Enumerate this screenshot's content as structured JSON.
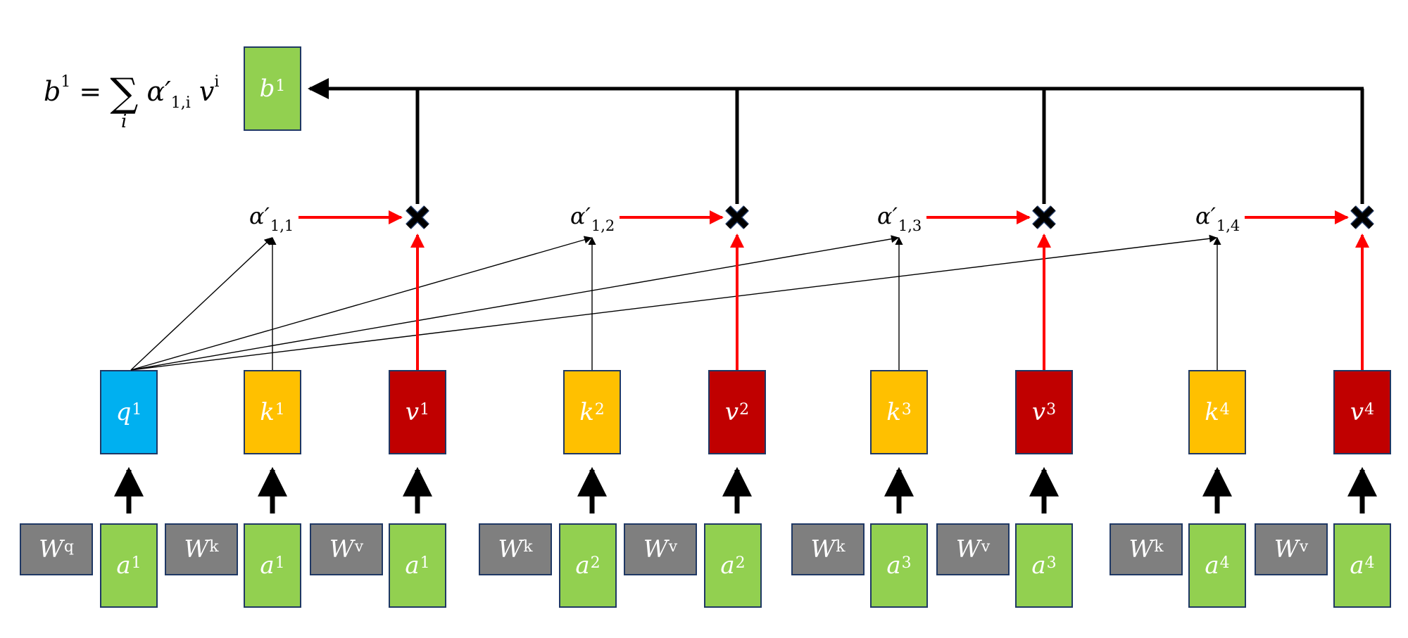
{
  "formula": {
    "lhs": "b",
    "lhs_sup": "1",
    "equals": "=",
    "sum_symbol": "∑",
    "sum_index": "i",
    "term_alpha": "α′",
    "term_alpha_sub": "1,i",
    "term_v": "v",
    "term_v_sup": "i"
  },
  "output": {
    "label": "b",
    "sup": "1",
    "color": "#92d050"
  },
  "alphas": [
    {
      "label": "α′",
      "sub": "1,1"
    },
    {
      "label": "α′",
      "sub": "1,2"
    },
    {
      "label": "α′",
      "sub": "1,3"
    },
    {
      "label": "α′",
      "sub": "1,4"
    }
  ],
  "multiply_symbol": "✖",
  "projections": [
    {
      "label": "q",
      "sup": "1",
      "kind": "query"
    },
    {
      "label": "k",
      "sup": "1",
      "kind": "key"
    },
    {
      "label": "v",
      "sup": "1",
      "kind": "value"
    },
    {
      "label": "k",
      "sup": "2",
      "kind": "key"
    },
    {
      "label": "v",
      "sup": "2",
      "kind": "value"
    },
    {
      "label": "k",
      "sup": "3",
      "kind": "key"
    },
    {
      "label": "v",
      "sup": "3",
      "kind": "value"
    },
    {
      "label": "k",
      "sup": "4",
      "kind": "key"
    },
    {
      "label": "v",
      "sup": "4",
      "kind": "value"
    }
  ],
  "weights": [
    {
      "label": "W",
      "sup": "q"
    },
    {
      "label": "W",
      "sup": "k"
    },
    {
      "label": "W",
      "sup": "v"
    },
    {
      "label": "W",
      "sup": "k"
    },
    {
      "label": "W",
      "sup": "v"
    },
    {
      "label": "W",
      "sup": "k"
    },
    {
      "label": "W",
      "sup": "v"
    },
    {
      "label": "W",
      "sup": "k"
    },
    {
      "label": "W",
      "sup": "v"
    }
  ],
  "inputs": [
    {
      "label": "a",
      "sup": "1"
    },
    {
      "label": "a",
      "sup": "1"
    },
    {
      "label": "a",
      "sup": "1"
    },
    {
      "label": "a",
      "sup": "2"
    },
    {
      "label": "a",
      "sup": "2"
    },
    {
      "label": "a",
      "sup": "3"
    },
    {
      "label": "a",
      "sup": "3"
    },
    {
      "label": "a",
      "sup": "4"
    },
    {
      "label": "a",
      "sup": "4"
    }
  ],
  "colors": {
    "query": "#00b0f0",
    "key": "#ffc000",
    "value": "#c00000",
    "input": "#92d050",
    "weight": "#7f7f7f",
    "red_arrow": "#ff0000",
    "black": "#000000"
  }
}
